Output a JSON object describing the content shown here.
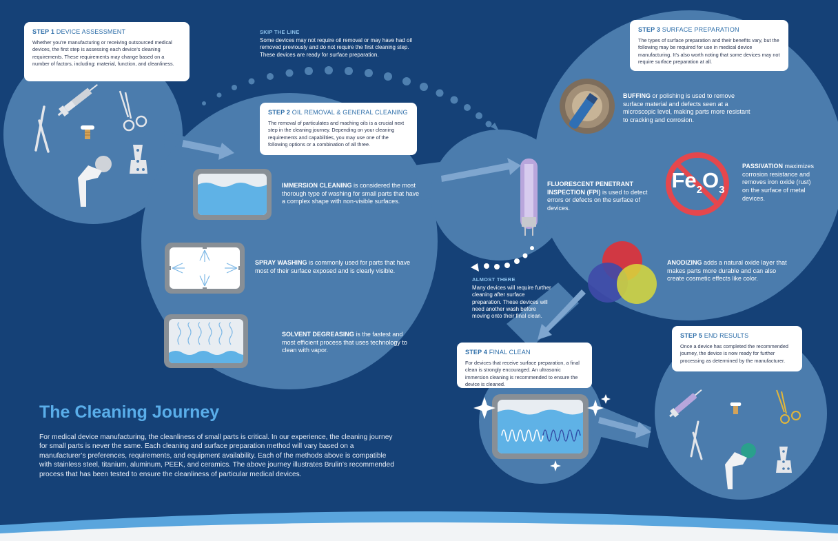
{
  "title": "The Cleaning Journey",
  "intro": "For medical device manufacturing, the cleanliness of small parts is critical. In our experience, the cleaning journey for small parts is never the same. Each cleaning and surface preparation method will vary based on a manufacturer’s preferences, requirements, and equipment availability. Each of the methods above is compatible with stainless steel, titanium, aluminum, PEEK, and ceramics. The above journey illustrates Brulin’s recommended process that has been tested to ensure the cleanliness of particular medical devices.",
  "step1": {
    "label": "STEP 1",
    "name": "DEVICE ASSESSMENT",
    "body": "Whether you’re manufacturing or receiving outsourced medical devices, the first step is assessing each device’s cleaning requirements. These requirements may change based on a number of factors, including: material, function, and cleanliness."
  },
  "skip": {
    "title": "SKIP THE LINE",
    "body": "Some devices may not require oil removal or may have had oil removed previously and do not require the first cleaning step. These devices are ready for surface preparation."
  },
  "step2": {
    "label": "STEP 2",
    "name": "OIL REMOVAL & GENERAL CLEANING",
    "body": "The removal of particulates and maching oils is a crucial next step in the cleaning journey. Depending on your cleaning requirements and capabilities, you may use one of the following options or a combination of all three.",
    "methods": [
      {
        "bold": "IMMERSION CLEANING",
        "text": " is considered the most thorough type of washing for small parts that have a complex shape with non-visible surfaces."
      },
      {
        "bold": "SPRAY WASHING",
        "text": " is commonly used for parts that have most of their surface exposed and is clearly visible."
      },
      {
        "bold": "SOLVENT DEGREASING",
        "text": " is the fastest and most efficient process that uses technology to clean with vapor."
      }
    ]
  },
  "step3": {
    "label": "STEP 3",
    "name": "SURFACE PREPARATION",
    "body": "The types of surface preparation and their benefits vary, but the following may be required for use in medical device manufacturing. It’s also worth noting that some devices may not require surface preparation at all.",
    "methods": [
      {
        "bold": "BUFFING",
        "text": " or polishing is used to remove surface material and defects seen at a microscopic level, making parts more resistant to cracking and corrosion."
      },
      {
        "bold": "FLUORESCENT PENETRANT INSPECTION (FPI)",
        "text": " is used to detect errors or defects on the surface of devices."
      },
      {
        "bold": "PASSIVATION",
        "text": " maximizes corrosion resistance and removes iron oxide (rust) on the surface of metal devices."
      },
      {
        "bold": "ANODIZING",
        "text": " adds a natural oxide layer that makes parts more durable and can also create cosmetic effects like color."
      }
    ]
  },
  "almost": {
    "title": "ALMOST THERE",
    "body": "Many devices will require further cleaning after surface preparation. These devices will need another wash before moving onto their final clean."
  },
  "step4": {
    "label": "STEP 4",
    "name": "FINAL CLEAN",
    "body": "For devices that receive surface preparation, a final clean is strongly encouraged. An ultrasonic immersion cleaning is recommended to ensure the device is cleaned."
  },
  "step5": {
    "label": "STEP 5",
    "name": "END RESULTS",
    "body": "Once a device has completed the recommended journey, the device is now ready for further processing as determined by the manufacturer."
  },
  "icons": {
    "fe": "Fe",
    "two": "2",
    "o": "O",
    "three": "3"
  },
  "colors": {
    "background": "#154177",
    "bubble": "#4b7cad",
    "accent_title": "#5aaeea",
    "note_title": "#8fc4ee",
    "no_sign": "#e5474d",
    "water": "#5fb2e6"
  }
}
